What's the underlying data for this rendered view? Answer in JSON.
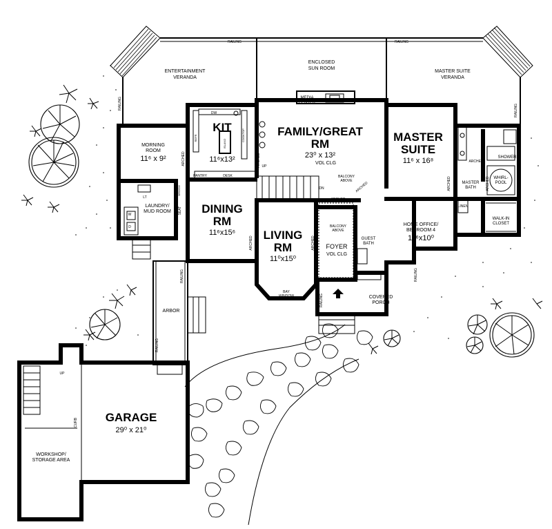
{
  "rooms": {
    "entertainment_veranda": "ENTERTAINMENT\nVERANDA",
    "enclosed_sun_room": "ENCLOSED\nSUN ROOM",
    "master_suite_veranda": "MASTER SUITE\nVERANDA",
    "media_center": "MEDIA\nCENTER",
    "family_great_rm": "FAMILY/GREAT\nRM",
    "family_dim": "23⁰ x 13²",
    "family_note": "VOL CLG",
    "master_suite": "MASTER\nSUITE",
    "master_dim": "11⁶ x 16⁸",
    "morning_room": "MORNING\nROOM",
    "morning_dim": "11⁶ x 9²",
    "kit": "KIT",
    "kit_dim": "11⁶x13²",
    "dining_rm": "DINING\nRM",
    "dining_dim": "11⁶x15⁶",
    "living_rm": "LIVING\nRM",
    "living_dim": "11⁰x15⁰",
    "foyer": "FOYER",
    "foyer_note": "VOL CLG",
    "home_office": "HOME OFFICE/\nBEDROOM 4",
    "home_office_dim": "11⁶x10⁰",
    "laundry": "LAUNDRY/\nMUD ROOM",
    "garage": "GARAGE",
    "garage_dim": "29⁰ x 21⁰",
    "workshop": "WORKSHOP/\nSTORAGE AREA",
    "covered_porch": "COVERED\nPORCH",
    "arbor": "ARBOR",
    "guest_bath": "GUEST\nBATH",
    "master_bath": "MASTER\nBATH",
    "walk_in_closet": "WALK-IN\nCLOSET",
    "shower": "SHOWER",
    "whirlpool": "WHIRL-\nPOOL",
    "linen": "LINEN",
    "pantry": "PANTRY",
    "desk": "DESK",
    "island": "ISLAND",
    "refr": "REFR",
    "dw": "DW",
    "cooktop": "COOKTOP",
    "snack_bar": "SNACK BAR",
    "balcony_above_1": "BALCONY\nABOVE",
    "balcony_above_2": "BALCONY\nABOVE",
    "bay_window": "BAY\nWINDOW",
    "broom": "BROOM",
    "seat": "SEAT",
    "lt": "LT",
    "up": "UP",
    "dn": "DN",
    "w": "W",
    "d": "D",
    "curb": "CURB"
  },
  "labels": {
    "railing": "RAILING",
    "arched": "ARCHED"
  }
}
